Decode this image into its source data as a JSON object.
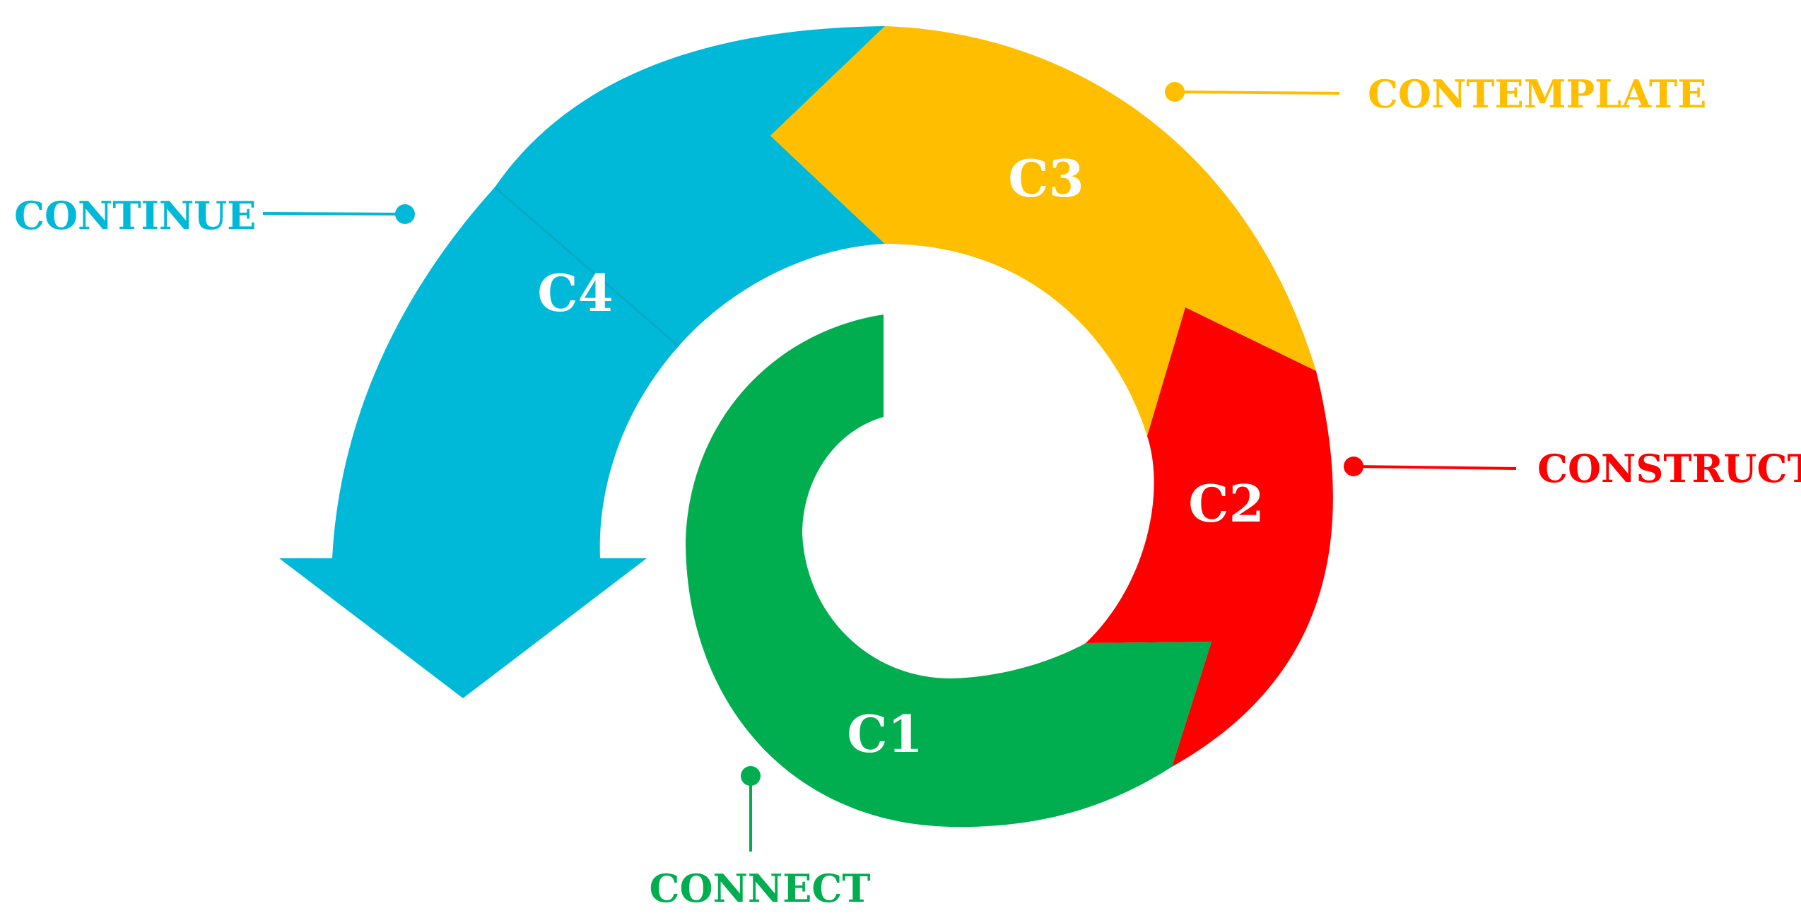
{
  "stages": [
    {
      "id": "c1",
      "label": "C1",
      "callout": "CONNECT",
      "color": "#00AE4F"
    },
    {
      "id": "c2",
      "label": "C2",
      "callout": "CONSTRUCT",
      "color": "#FE0000"
    },
    {
      "id": "c3",
      "label": "C3",
      "callout": "CONTEMPLATE",
      "color": "#FFBF00"
    },
    {
      "id": "c4",
      "label": "C4",
      "callout": "CONTINUE",
      "color": "#00B9D8"
    }
  ]
}
